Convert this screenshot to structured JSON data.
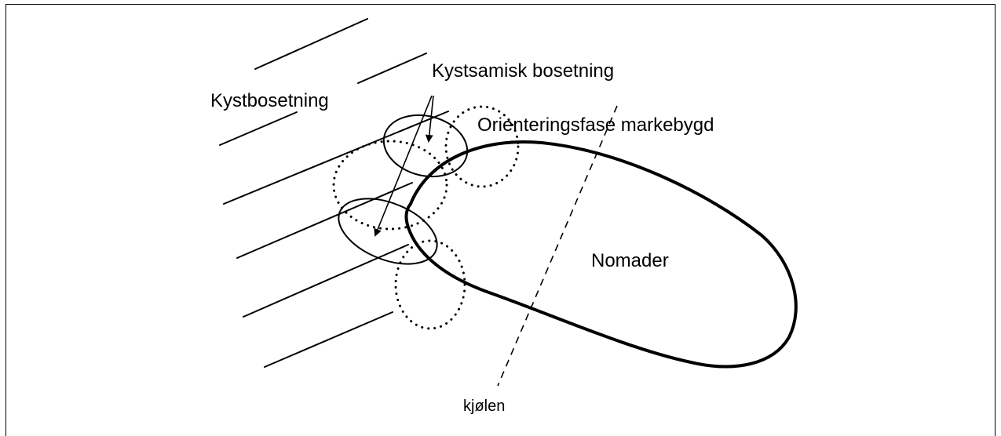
{
  "labels": {
    "kystbosetning": "Kystbosetning",
    "kystsamisk": "Kystsamisk bosetning",
    "orientering": "Orienteringsfase markebygd",
    "nomader": "Nomader",
    "kjolen": "kjølen"
  },
  "colors": {
    "ink": "#000000",
    "background": "#ffffff"
  }
}
